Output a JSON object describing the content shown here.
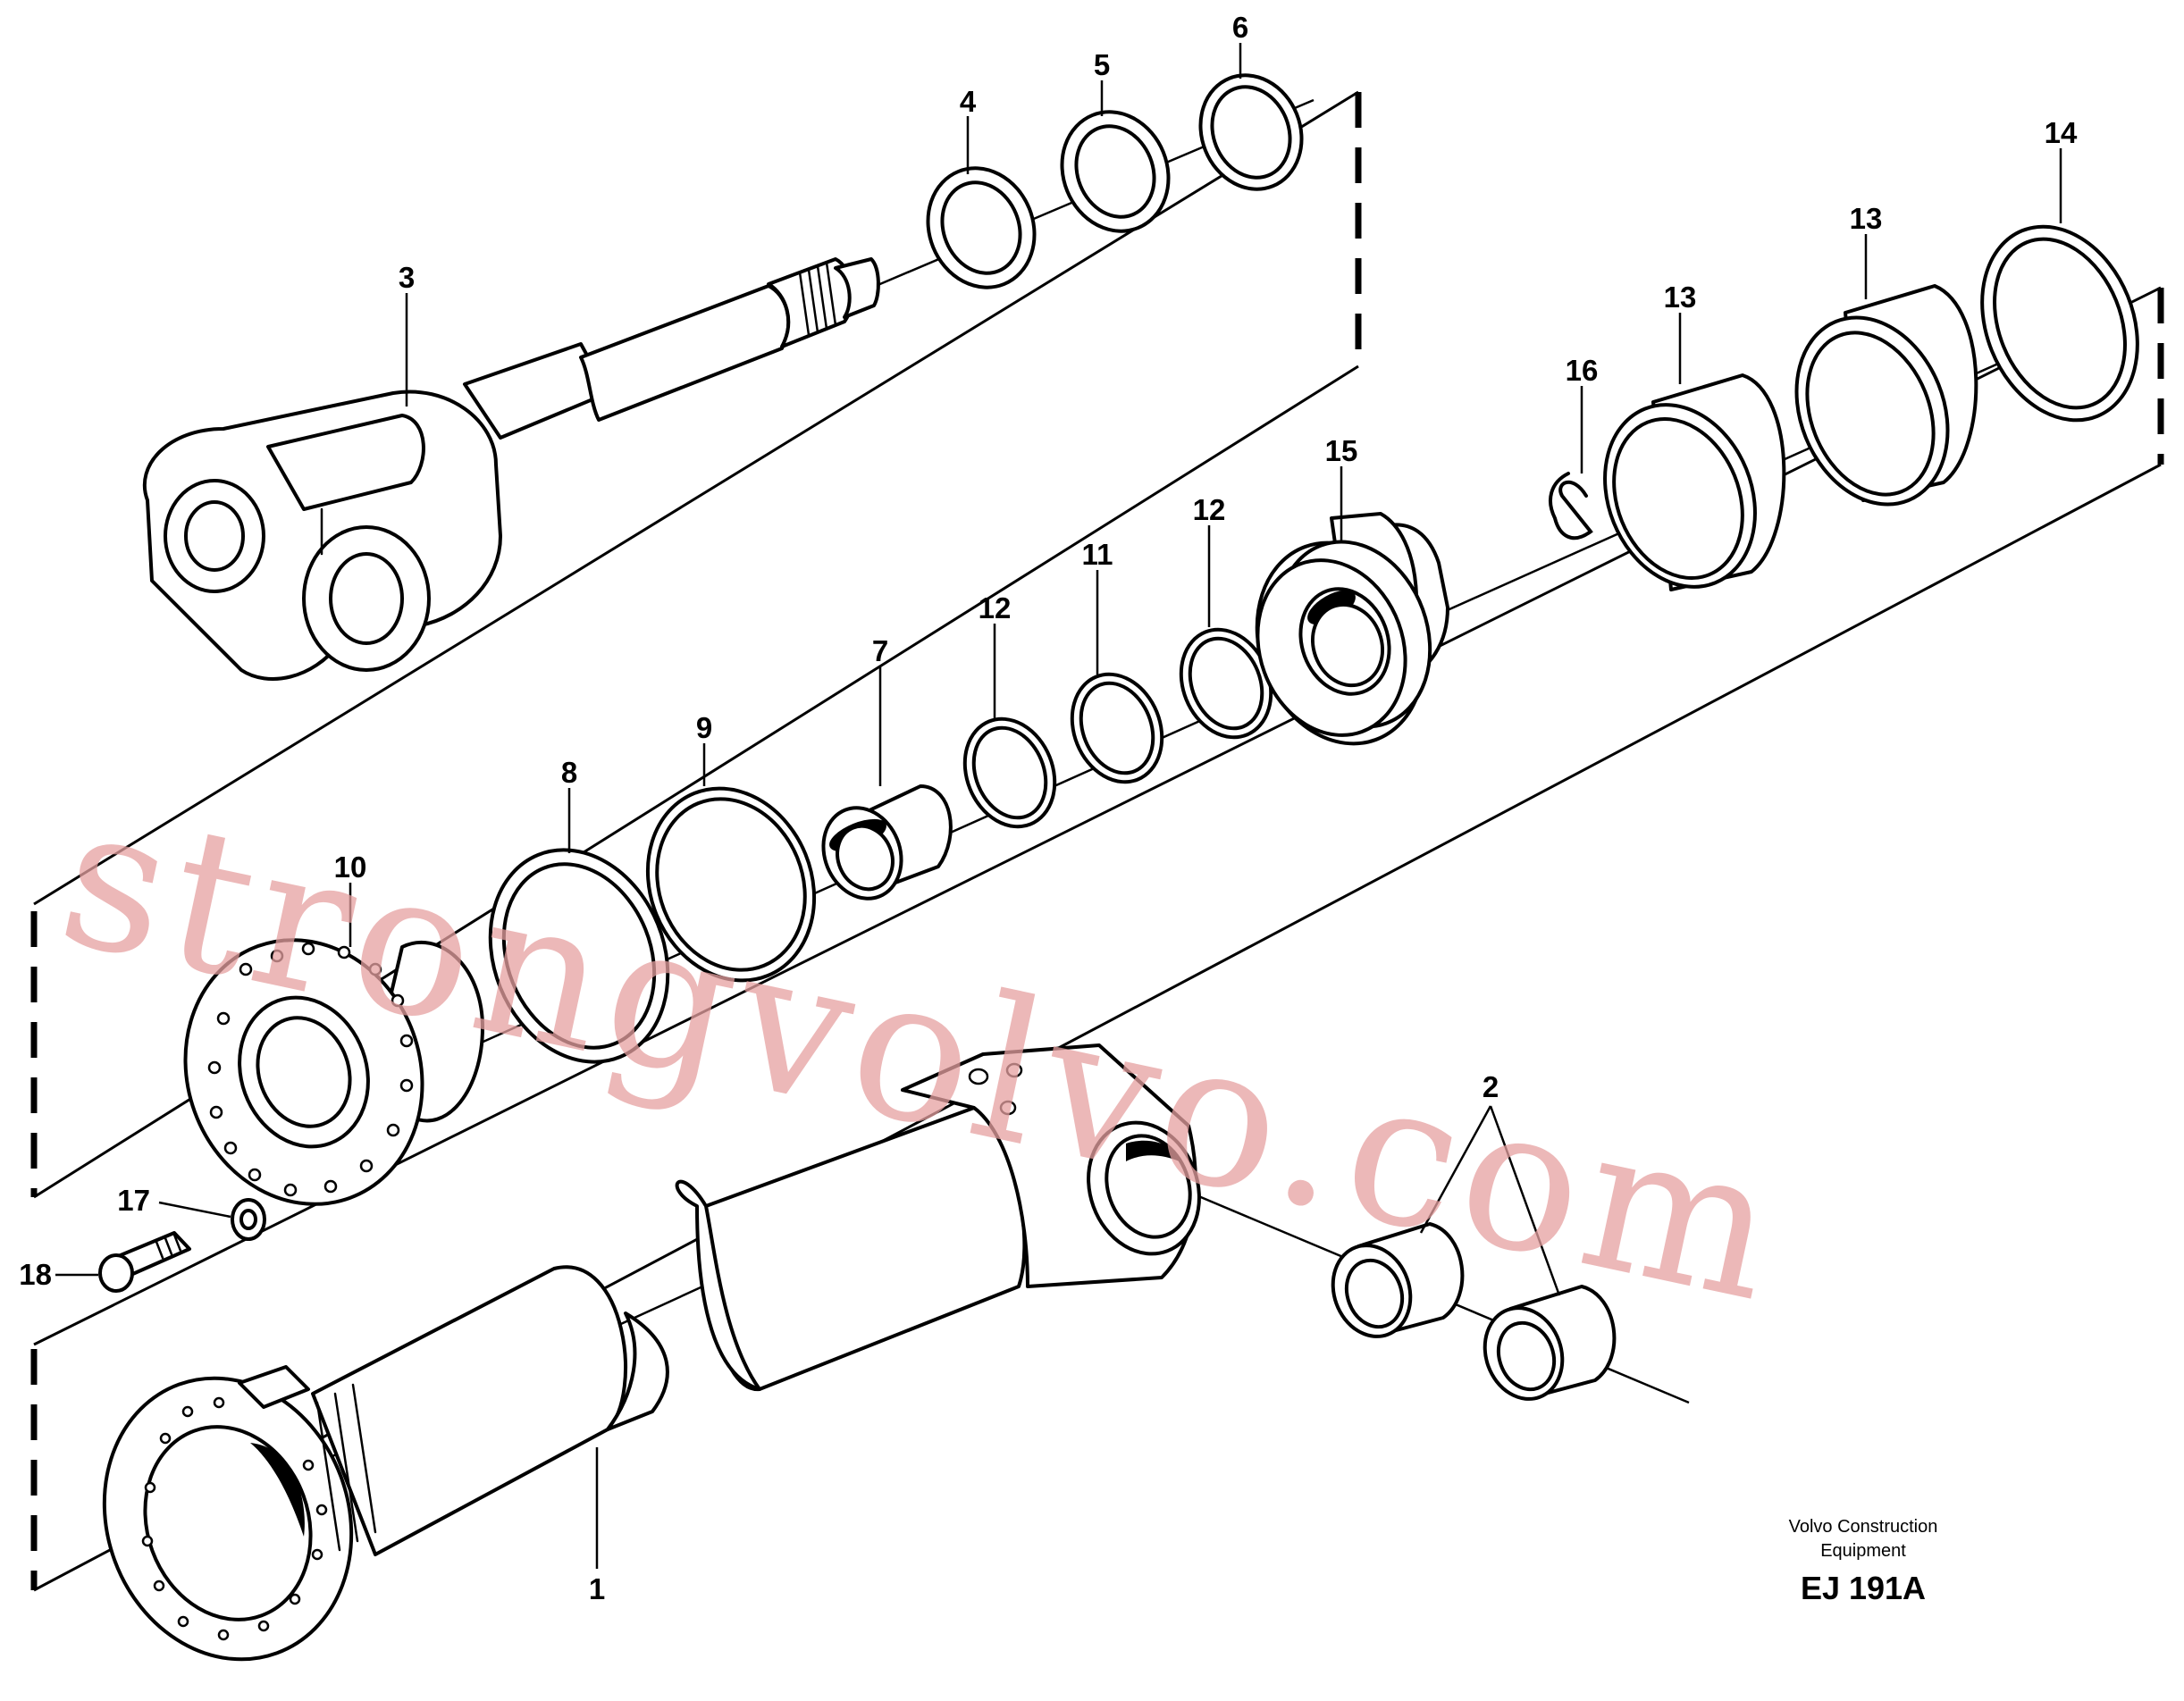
{
  "callouts": {
    "c1": "1",
    "c2": "2",
    "c3": "3",
    "c4": "4",
    "c5": "5",
    "c6": "6",
    "c7": "7",
    "c8": "8",
    "c9": "9",
    "c10": "10",
    "c11": "11",
    "c12a": "12",
    "c12b": "12",
    "c13a": "13",
    "c13b": "13",
    "c14": "14",
    "c15": "15",
    "c16": "16",
    "c17": "17",
    "c18": "18"
  },
  "caption": {
    "line1": "Volvo Construction",
    "line2": "Equipment",
    "code": "EJ 191A"
  },
  "watermark": "strongvolvo.com"
}
